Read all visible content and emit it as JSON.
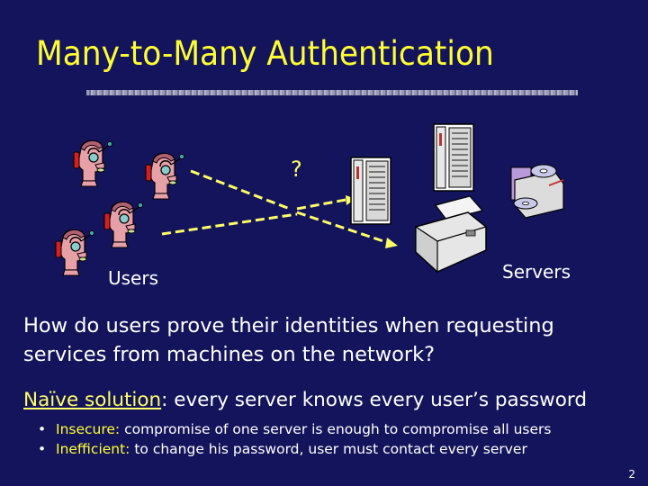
{
  "slide": {
    "title": "Many-to-Many Authentication",
    "question_mark": "?",
    "users_label": "Users",
    "servers_label": "Servers",
    "question": "How do users prove their identities when requesting services from machines on the network?",
    "naive_heading": "Naïve solution",
    "naive_rest": ": every server knows every user’s password",
    "bullets": [
      {
        "highlight": "Insecure:",
        "text": " compromise of one server is enough to compromise all users"
      },
      {
        "highlight": "Inefficient:",
        "text": " to change his password, user must contact every server"
      }
    ],
    "page_number": "2"
  },
  "colors": {
    "background": "#14145c",
    "title": "#ffff33",
    "highlight": "#ffff33",
    "arrow": "#ffff66"
  },
  "icons": [
    "user-icon",
    "server-tower-icon",
    "printer-icon",
    "cd-drive-icon"
  ]
}
